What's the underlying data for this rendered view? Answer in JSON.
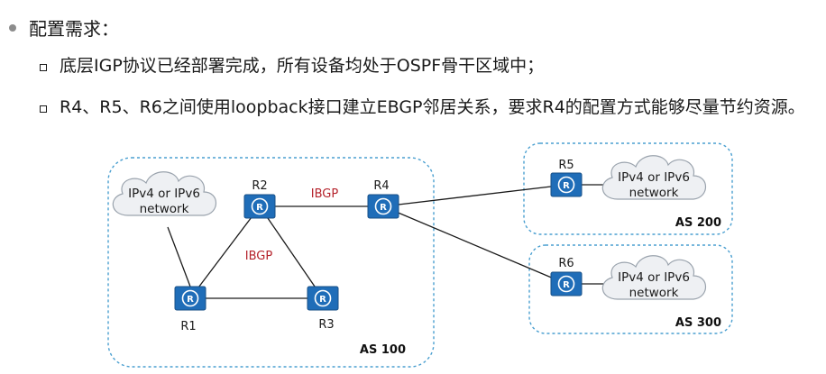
{
  "heading": "配置需求：",
  "requirements": [
    "底层IGP协议已经部署完成，所有设备均处于OSPF骨干区域中；",
    "R4、R5、R6之间使用loopback接口建立EBGP邻居关系，要求R4的配置方式能够尽量节约资源。"
  ],
  "diagram": {
    "routers": [
      "R1",
      "R2",
      "R3",
      "R4",
      "R5",
      "R6"
    ],
    "protocols": {
      "r2_r4": "IBGP",
      "inner": "IBGP"
    },
    "as_labels": {
      "as100": "AS 100",
      "as200": "AS 200",
      "as300": "AS 300"
    },
    "network_line1": "IPv4 or IPv6",
    "network_line2": "network",
    "colors": {
      "router_fill": "#1f6db8",
      "cloud_fill": "#eef0f3",
      "as_border": "#4a9fd0",
      "protocol_text": "#b5222b"
    }
  }
}
